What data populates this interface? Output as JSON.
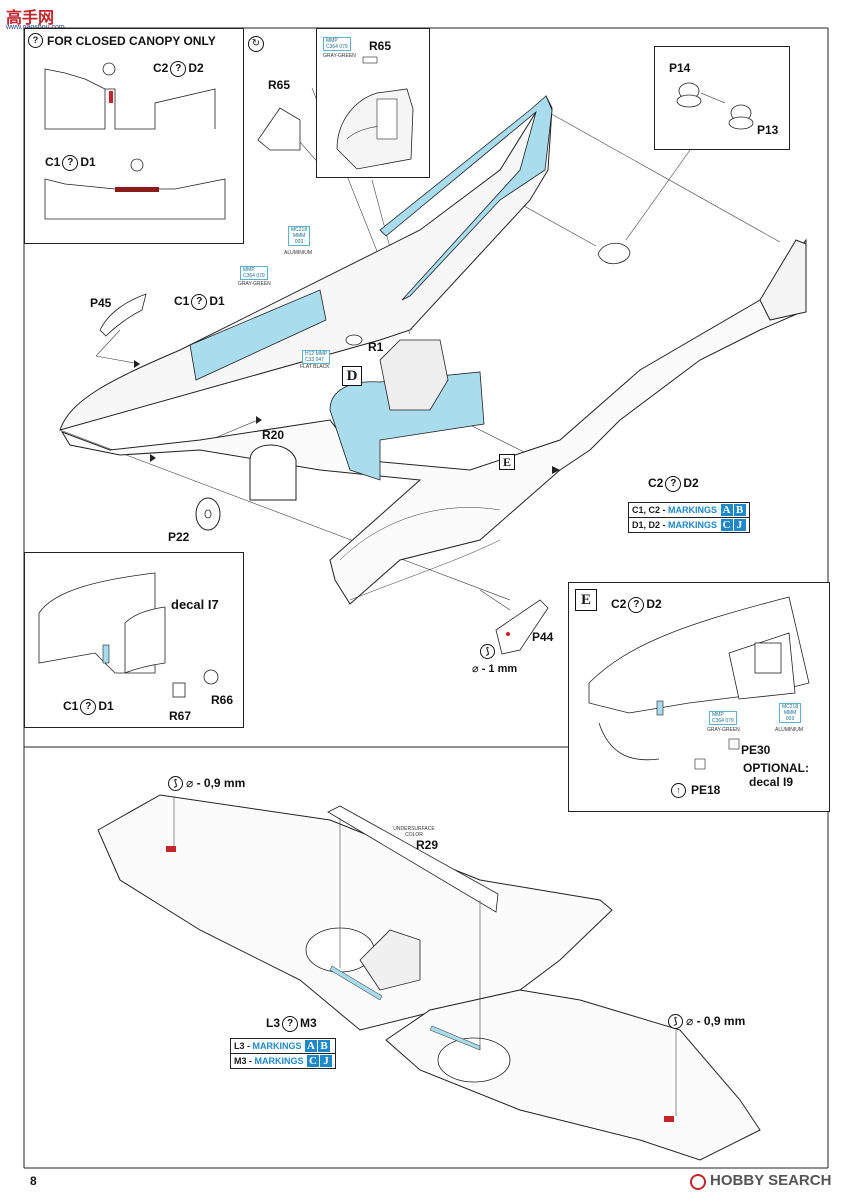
{
  "header": {
    "watermark_chars": "高手网",
    "watermark_url": "www.gaoshou.com"
  },
  "page_number": "8",
  "footer": {
    "brand": "HOBBY SEARCH"
  },
  "inset_closed_canopy": {
    "title": "FOR CLOSED CANOPY ONLY",
    "label_top": {
      "left": "C2",
      "right": "D2"
    },
    "label_bottom": {
      "left": "C1",
      "right": "D1"
    }
  },
  "inset_r65": {
    "part": "R65",
    "color_codes": [
      "MMP",
      "C364",
      "079"
    ],
    "color_name": "GRAY-GREEN"
  },
  "inset_p13_p14": {
    "part_a": "P14",
    "part_b": "P13"
  },
  "fuselage": {
    "r65_label": "R65",
    "p45_label": "P45",
    "c1d1": {
      "left": "C1",
      "right": "D1"
    },
    "r1_label": "R1",
    "r20_label": "R20",
    "p22_label": "P22",
    "d_box": "D",
    "e_box": "E",
    "c2d2": {
      "left": "C2",
      "right": "D2"
    },
    "aluminium_codes": [
      "MC218",
      "MMM",
      "003"
    ],
    "aluminium_name": "ALUMINIUM",
    "graygreen_codes": [
      "MMP",
      "C364",
      "079"
    ],
    "graygreen_name": "GRAY-GREEN",
    "flatblack_codes": [
      "H12",
      "MMP",
      "C33",
      "047"
    ],
    "flatblack_name": "FLAT BLACK"
  },
  "markings_top": [
    {
      "parts": "C1, C2 - ",
      "word": "MARKINGS",
      "letters": [
        "A",
        "B"
      ]
    },
    {
      "parts": "D1, D2 - ",
      "word": "MARKINGS",
      "letters": [
        "C",
        "J"
      ]
    }
  ],
  "inset_decal_i7": {
    "decal": "decal I7",
    "c1d1": {
      "left": "C1",
      "right": "D1"
    },
    "r67": "R67",
    "r66": "R66"
  },
  "p44": {
    "part": "P44",
    "drill": "- 1 mm",
    "drill_symbol": "⌀"
  },
  "inset_e": {
    "box_letter": "E",
    "c2d2": {
      "left": "C2",
      "right": "D2"
    },
    "graygreen_codes": [
      "MMP",
      "C364",
      "079"
    ],
    "graygreen_name": "GRAY-GREEN",
    "aluminium_codes": [
      "MC218",
      "MMM",
      "003"
    ],
    "aluminium_name": "ALUMINIUM",
    "pe30": "PE30",
    "optional": "OPTIONAL:",
    "decal_i9": "decal I9",
    "pe18": "PE18"
  },
  "wing": {
    "drill_left": "- 0,9 mm",
    "drill_right": "- 0,9 mm",
    "drill_symbol": "⌀",
    "r29": "R29",
    "r29_color": "UNDERSURFACE COLOR",
    "l3m3": {
      "left": "L3",
      "right": "M3"
    }
  },
  "markings_bottom": [
    {
      "parts": "L3 - ",
      "word": "MARKINGS",
      "letters": [
        "A",
        "B"
      ]
    },
    {
      "parts": "M3 - ",
      "word": "MARKINGS",
      "letters": [
        "C",
        "J"
      ]
    }
  ],
  "colors": {
    "accent_blue": "#1e88c8",
    "part_fill": "#a9dcec",
    "red": "#c0262c"
  }
}
